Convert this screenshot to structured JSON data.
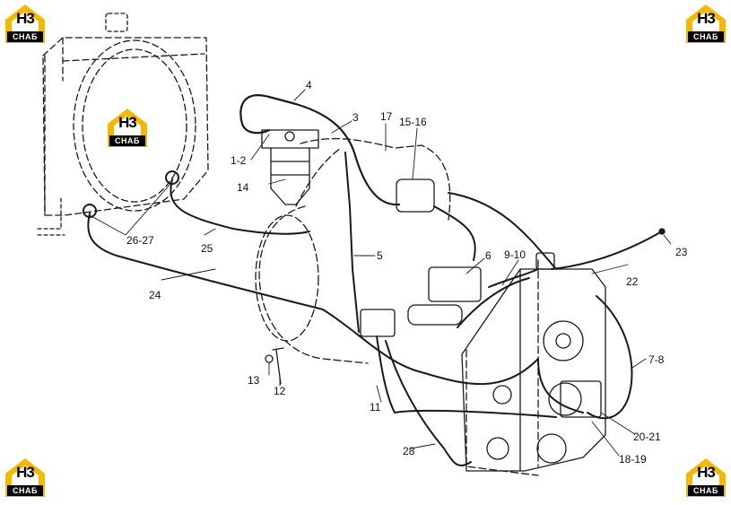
{
  "logo": {
    "mark": "H3",
    "word": "CHAБ"
  },
  "callouts": {
    "c1_2": "1-2",
    "c3": "3",
    "c4": "4",
    "c5": "5",
    "c6": "6",
    "c7_8": "7-8",
    "c9_10": "9-10",
    "c11": "11",
    "c12": "12",
    "c13": "13",
    "c14": "14",
    "c15_16": "15-16",
    "c17": "17",
    "c18_19": "18-19",
    "c20_21": "20-21",
    "c22": "22",
    "c23": "23",
    "c24": "24",
    "c25": "25",
    "c26_27": "26-27",
    "c28": "28"
  },
  "colors": {
    "line": "#1a1a1a",
    "logo_yellow": "#f5b800",
    "logo_bg": "#000000"
  }
}
